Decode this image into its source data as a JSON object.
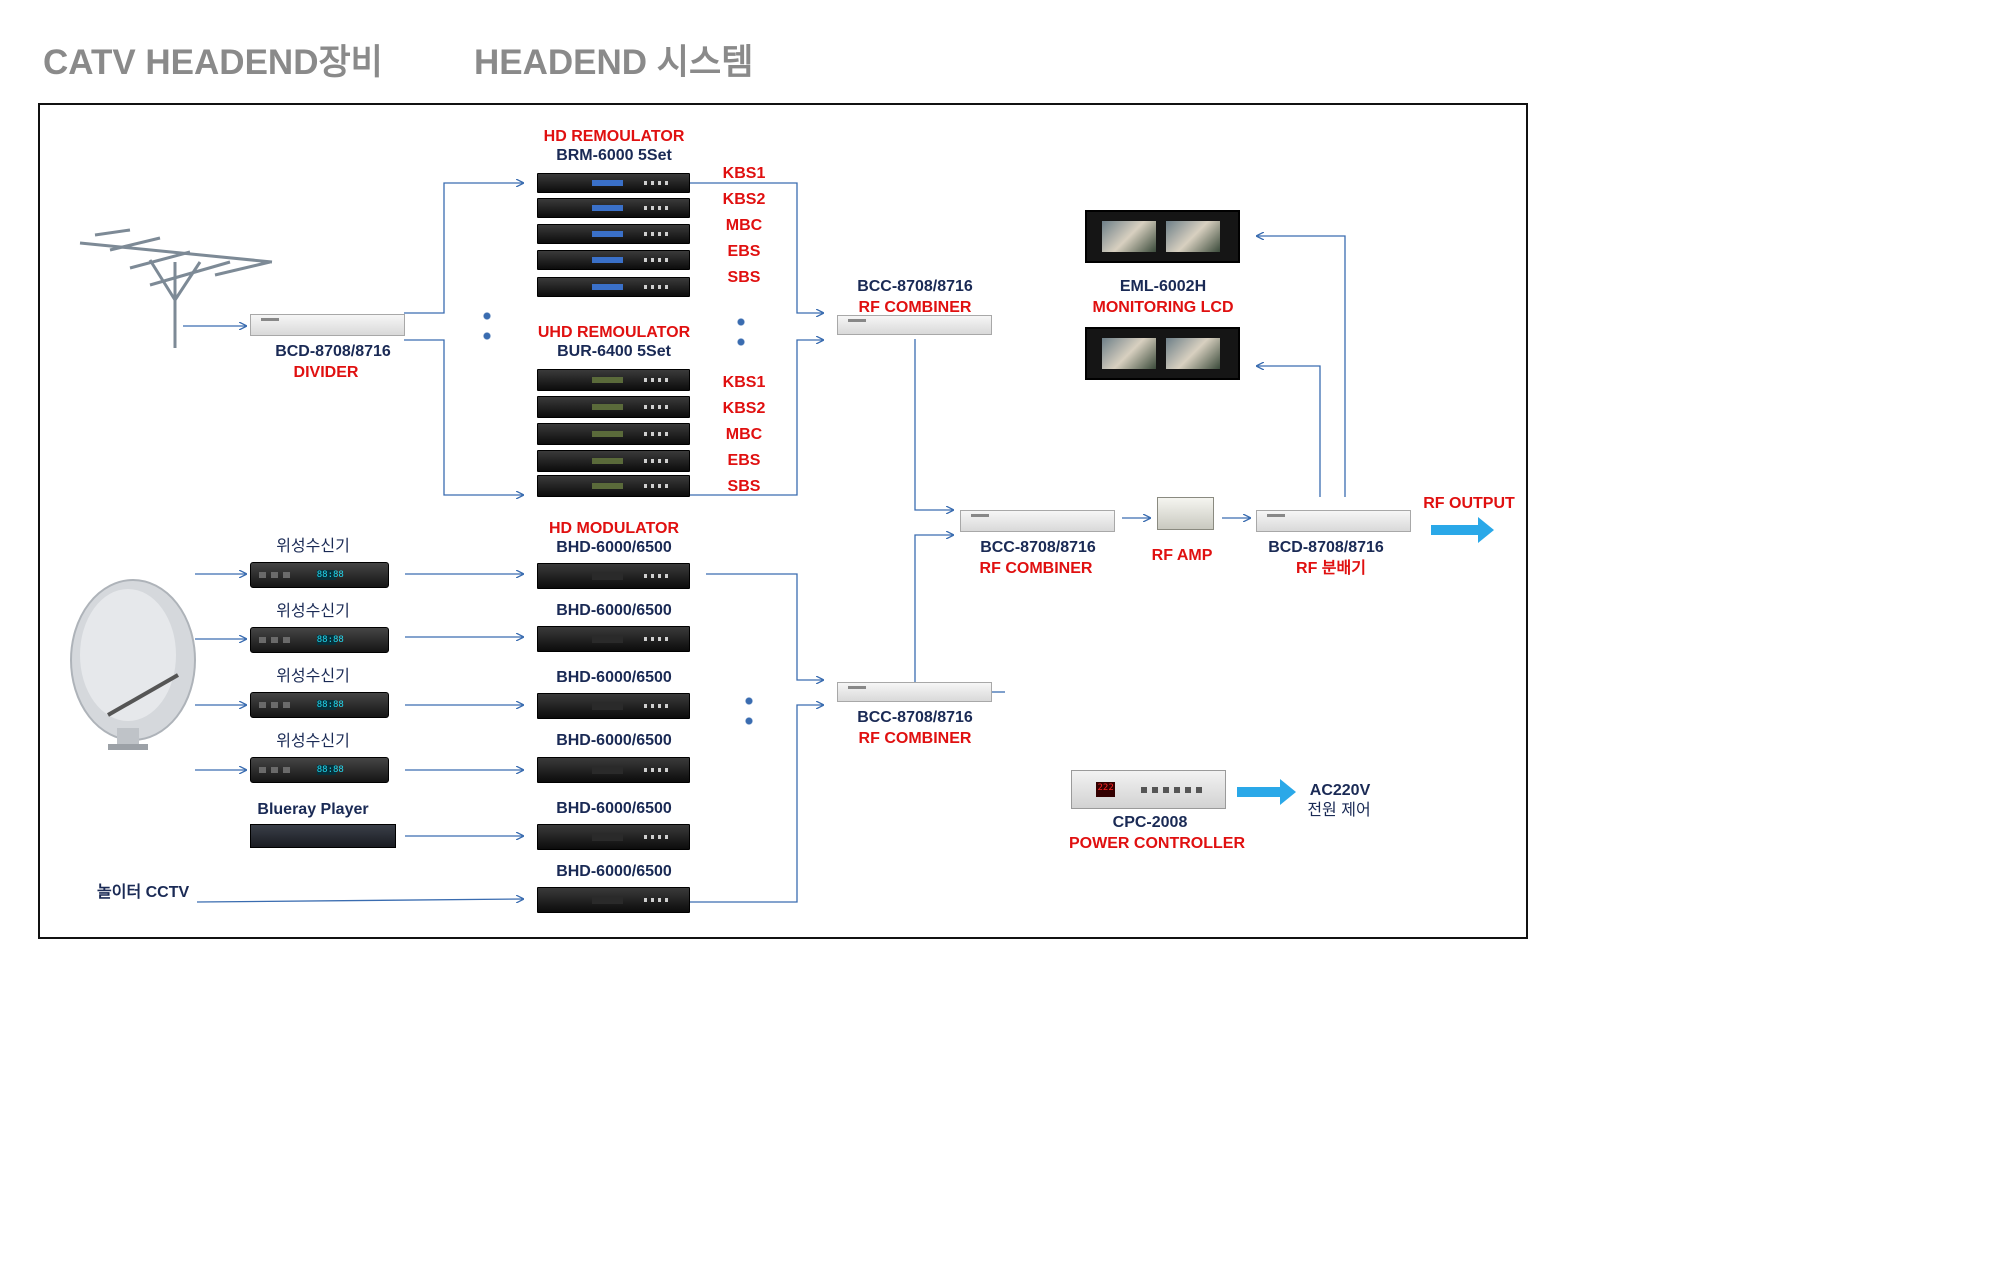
{
  "header": {
    "title_left": "CATV HEADEND장비",
    "title_right": "HEADEND 시스템"
  },
  "remodulators": {
    "hd": {
      "title": "HD REMOULATOR",
      "model": "BRM-6000  5Set",
      "channels": [
        "KBS1",
        "KBS2",
        "MBC",
        "EBS",
        "SBS"
      ]
    },
    "uhd": {
      "title": "UHD REMOULATOR",
      "model": "BUR-6400  5Set",
      "channels": [
        "KBS1",
        "KBS2",
        "MBC",
        "EBS",
        "SBS"
      ]
    }
  },
  "divider": {
    "model": "BCD-8708/8716",
    "name": "DIVIDER"
  },
  "combiners": {
    "top": {
      "model": "BCC-8708/8716",
      "name": "RF COMBINER"
    },
    "bottom": {
      "model": "BCC-8708/8716",
      "name": "RF COMBINER"
    },
    "main": {
      "model": "BCC-8708/8716",
      "name": "RF COMBINER"
    }
  },
  "amp": {
    "name": "RF AMP"
  },
  "splitter": {
    "model": "BCD-8708/8716",
    "name": "RF 분배기"
  },
  "output": {
    "label": "RF OUTPUT"
  },
  "monitor": {
    "model": "EML-6002H",
    "name": "MONITORING LCD"
  },
  "modulators": {
    "title": "HD MODULATOR",
    "models": [
      "BHD-6000/6500",
      "BHD-6000/6500",
      "BHD-6000/6500",
      "BHD-6000/6500",
      "BHD-6000/6500",
      "BHD-6000/6500"
    ]
  },
  "sources": {
    "receivers": [
      "위성수신기",
      "위성수신기",
      "위성수신기",
      "위성수신기"
    ],
    "receiver_display": "88:88",
    "bluray": "Blueray Player",
    "cctv": "놀이터 CCTV"
  },
  "power": {
    "model": "CPC-2008",
    "name": "POWER CONTROLLER",
    "display": "222",
    "out_voltage": "AC220V",
    "out_label": "전원 제어"
  },
  "colors": {
    "line": "#3a6cb0",
    "arrow": "#2aa8e8",
    "accent_red": "#e01010",
    "navy": "#1a2a55"
  }
}
